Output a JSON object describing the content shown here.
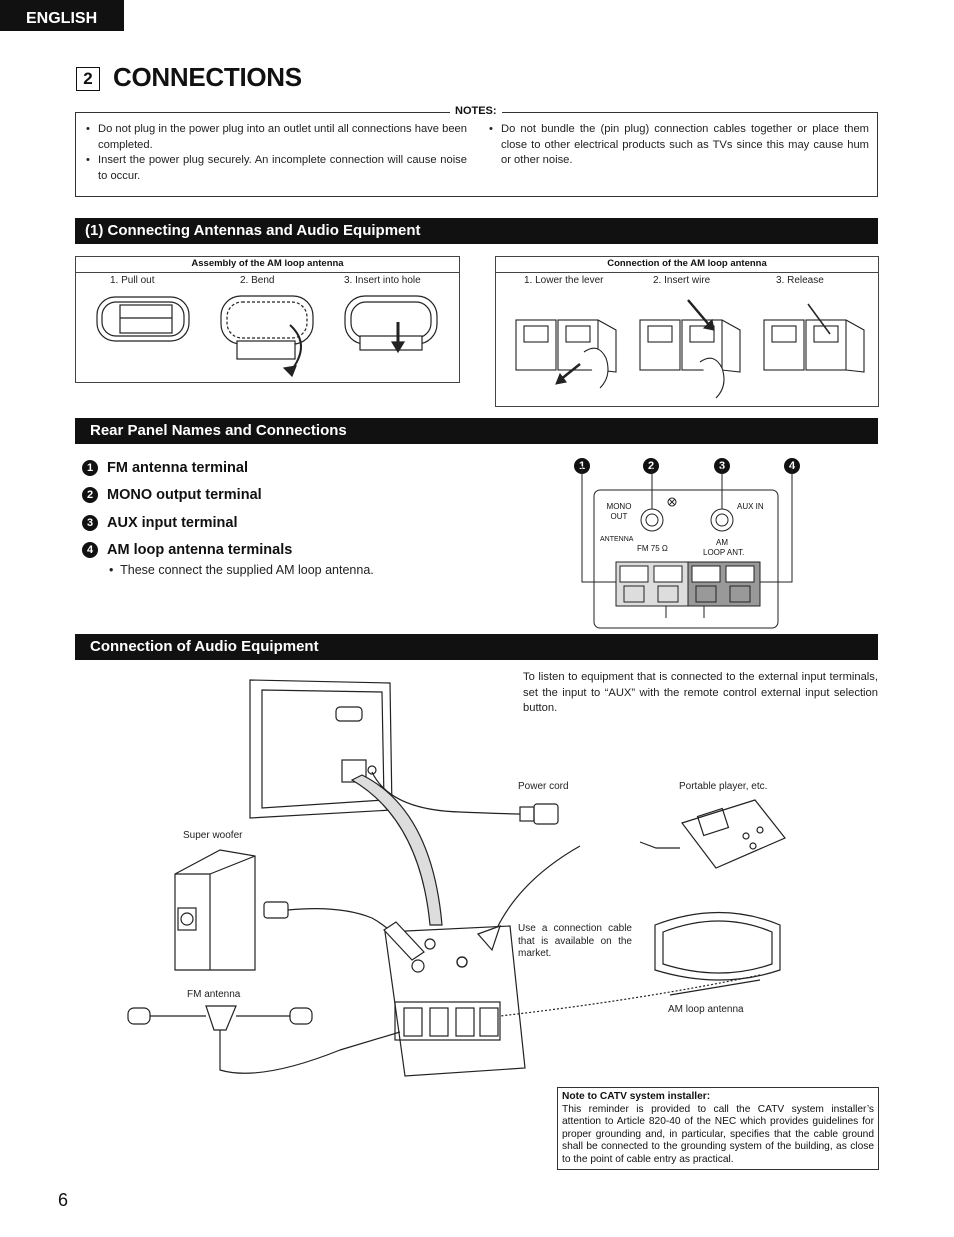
{
  "header": {
    "language": "ENGLISH"
  },
  "chapter": {
    "number": "2",
    "title": "CONNECTIONS"
  },
  "notes": {
    "title": "NOTES:",
    "left": [
      "Do not plug in the power plug into an outlet until all connections have been completed.",
      "Insert the power plug securely. An incomplete connection will cause noise to occur."
    ],
    "right": [
      "Do not bundle the (pin plug) connection cables together or place them close to other electrical products such as TVs since this may cause hum or other noise."
    ]
  },
  "section1": {
    "title": "(1) Connecting Antennas and Audio Equipment",
    "assembly": {
      "title": "Assembly of the AM loop antenna",
      "steps": [
        "1. Pull out",
        "2. Bend",
        "3. Insert into hole"
      ]
    },
    "connection": {
      "title": "Connection of the AM loop antenna",
      "steps": [
        "1. Lower the lever",
        "2. Insert wire",
        "3. Release"
      ]
    }
  },
  "section2": {
    "title": "Rear Panel Names and Connections",
    "items": [
      {
        "num": "1",
        "label": "FM antenna terminal"
      },
      {
        "num": "2",
        "label": "MONO output terminal"
      },
      {
        "num": "3",
        "label": "AUX input terminal"
      },
      {
        "num": "4",
        "label": "AM loop antenna terminals"
      }
    ],
    "sub_note": "These connect the supplied AM loop antenna.",
    "panel": {
      "mono_out": "MONO\nOUT",
      "aux_in": "AUX IN",
      "antenna": "ANTENNA",
      "fm": "FM 75 Ω",
      "am": "AM",
      "loop": "LOOP ANT."
    }
  },
  "section3": {
    "title": "Connection of Audio Equipment",
    "intro": "To listen to equipment that is connected to the external input terminals, set the input to “AUX” with the remote control external input selection button.",
    "labels": {
      "power_cord": "Power cord",
      "portable": "Portable player, etc.",
      "woofer": "Super woofer",
      "cable": "Use a connection cable that is available on the market.",
      "fm_antenna": "FM antenna",
      "am_loop": "AM loop antenna"
    }
  },
  "catv": {
    "title": "Note to CATV system installer:",
    "text": "This reminder is provided to call the CATV system installer’s attention to Article 820-40 of the NEC which provides guidelines for proper grounding and, in particular, specifies that the cable ground shall be connected to the grounding system of the building, as close to the point of cable entry as practical."
  },
  "page_number": "6"
}
